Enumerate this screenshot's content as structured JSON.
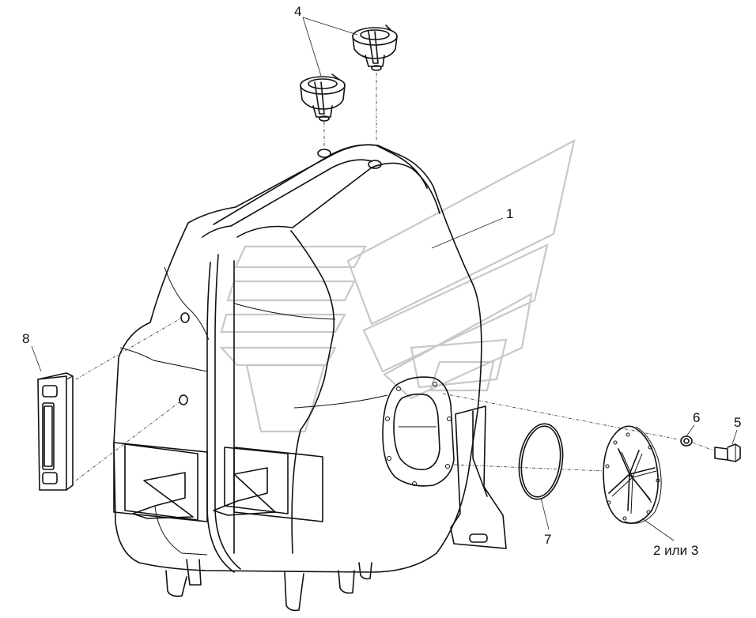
{
  "labels": {
    "tank": "1",
    "cover": "2 или 3",
    "caps": "4",
    "bolt": "5",
    "washer": "6",
    "gasket": "7",
    "level_gauge": "8"
  },
  "colors": {
    "line": "#111111",
    "watermark": "#c8c8c8",
    "background": "#ffffff"
  }
}
